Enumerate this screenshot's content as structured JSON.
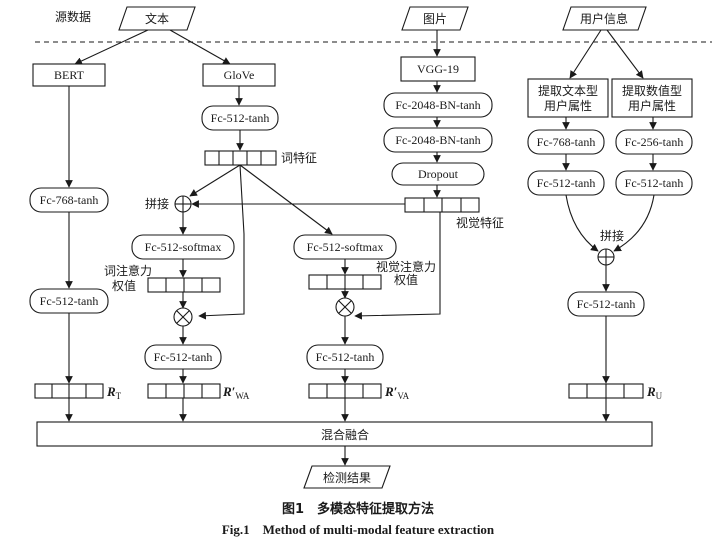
{
  "labels": {
    "source_data": "源数据",
    "text_input": "文本",
    "image_input": "图片",
    "user_input": "用户信息",
    "bert": "BERT",
    "glove": "GloVe",
    "vgg": "VGG-19",
    "fc2048_1": "Fc-2048-BN-tanh",
    "fc2048_2": "Fc-2048-BN-tanh",
    "dropout": "Dropout",
    "fc512_glove": "Fc-512-tanh",
    "word_feature": "词特征",
    "visual_feature": "视觉特征",
    "concat_left": "拼接",
    "concat_right": "拼接",
    "fc768_bert": "Fc-768-tanh",
    "fc512_bert": "Fc-512-tanh",
    "softmax_left": "Fc-512-softmax",
    "softmax_mid": "Fc-512-softmax",
    "word_attn_line1": "词注意力",
    "word_attn_line2": "权值",
    "vis_attn_line1": "视觉注意力",
    "vis_attn_line2": "权值",
    "fc512_left": "Fc-512-tanh",
    "fc512_mid": "Fc-512-tanh",
    "text_attr_line1": "提取文本型",
    "text_attr_line2": "用户属性",
    "num_attr_line1": "提取数值型",
    "num_attr_line2": "用户属性",
    "fc768_user": "Fc-768-tanh",
    "fc256_user": "Fc-256-tanh",
    "fc512_user_a": "Fc-512-tanh",
    "fc512_user_b": "Fc-512-tanh",
    "fc512_user_c": "Fc-512-tanh",
    "r_t_main": "R",
    "r_t_sub": "T",
    "r_wa_main": "R′",
    "r_wa_sub": "WA",
    "r_va_main": "R′",
    "r_va_sub": "VA",
    "r_u_main": "R",
    "r_u_sub": "U",
    "fusion": "混合融合",
    "result": "检测结果"
  },
  "caption": {
    "zh": "图1　多模态特征提取方法",
    "en": "Fig.1　Method of multi-modal feature extraction"
  }
}
